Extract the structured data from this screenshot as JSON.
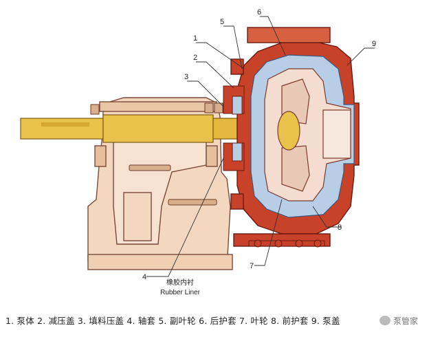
{
  "callouts": {
    "c1": "1",
    "c2": "2",
    "c3": "3",
    "c4": "4",
    "c5": "5",
    "c6": "6",
    "c7": "7",
    "c8": "8",
    "c9": "9"
  },
  "liner_label_cn": "橡胶内衬",
  "liner_label_en": "Rubber Liner",
  "legend_text": "1. 泵体 2. 减压盖 3. 填料压盖 4. 轴套 5. 副叶轮 6. 后护套 7. 叶轮 8. 前护套 9. 泵盖",
  "watermark": "泵管家",
  "colors": {
    "frame": "#f3d8bf",
    "frame_stroke": "#7a4a3a",
    "casing": "#c8422a",
    "liner": "#b8cde6",
    "impeller": "#f4ddd0",
    "shaft": "#e8c24a"
  }
}
